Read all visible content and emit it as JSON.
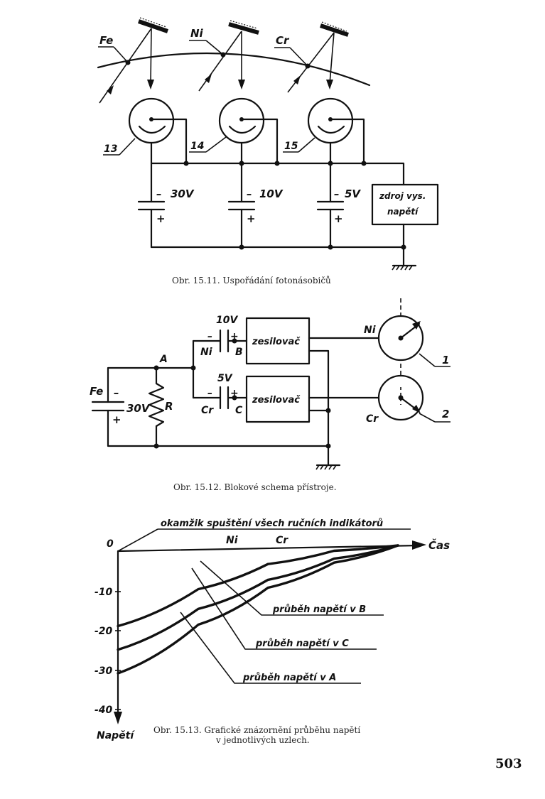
{
  "figure1": {
    "caption": "Obr. 15.11. Uspořádání fotonásobičů",
    "elements": [
      "Fe",
      "Ni",
      "Cr"
    ],
    "tube_numbers": [
      "13",
      "14",
      "15"
    ],
    "voltages": [
      "30V",
      "10V",
      "5V"
    ],
    "minus_sign": "–",
    "plus_sign": "+",
    "source_label_line1": "zdroj vys.",
    "source_label_line2": "napětí"
  },
  "figure2": {
    "caption": "Obr. 15.12. Blokové schema přístroje.",
    "node_a": "A",
    "node_b": "B",
    "node_c": "C",
    "resistor_label": "R",
    "fe_label": "Fe",
    "fe_voltage": "30V",
    "ni_voltage": "10V",
    "cr_voltage": "5V",
    "amplifier_label": "zesilovač",
    "ni_label": "Ni",
    "cr_label": "Cr",
    "meter_1": "1",
    "meter_2": "2",
    "minus_sign": "–",
    "plus_sign": "+"
  },
  "figure3": {
    "caption_line1": "Obr. 15.13. Grafické znázornění průběhu napětí",
    "caption_line2": "v jednotlivých uzlech.",
    "top_annotation": "okamžik spuštění všech ručních indikátorů",
    "time_label": "Čas",
    "voltage_label": "Napětí",
    "ni_marker": "Ni",
    "cr_marker": "Cr",
    "legend_b": "průběh napětí v B",
    "legend_c": "průběh napětí v C",
    "legend_a": "průběh napětí v A",
    "chart_data": {
      "type": "line",
      "xlabel": "Čas",
      "ylabel": "Napětí",
      "y_ticks": [
        "0",
        "-10",
        "-20",
        "-30",
        "-40"
      ],
      "ylim": [
        -40,
        0
      ],
      "series": [
        {
          "name": "průběh napětí v B",
          "values": [
            -19,
            -10,
            -4,
            -1,
            0
          ]
        },
        {
          "name": "průběh napětí v C",
          "values": [
            -25,
            -15,
            -8,
            -3,
            0
          ]
        },
        {
          "name": "průběh napětí v A",
          "values": [
            -31,
            -19,
            -10,
            -4,
            0
          ]
        }
      ]
    }
  },
  "page_number": "503"
}
